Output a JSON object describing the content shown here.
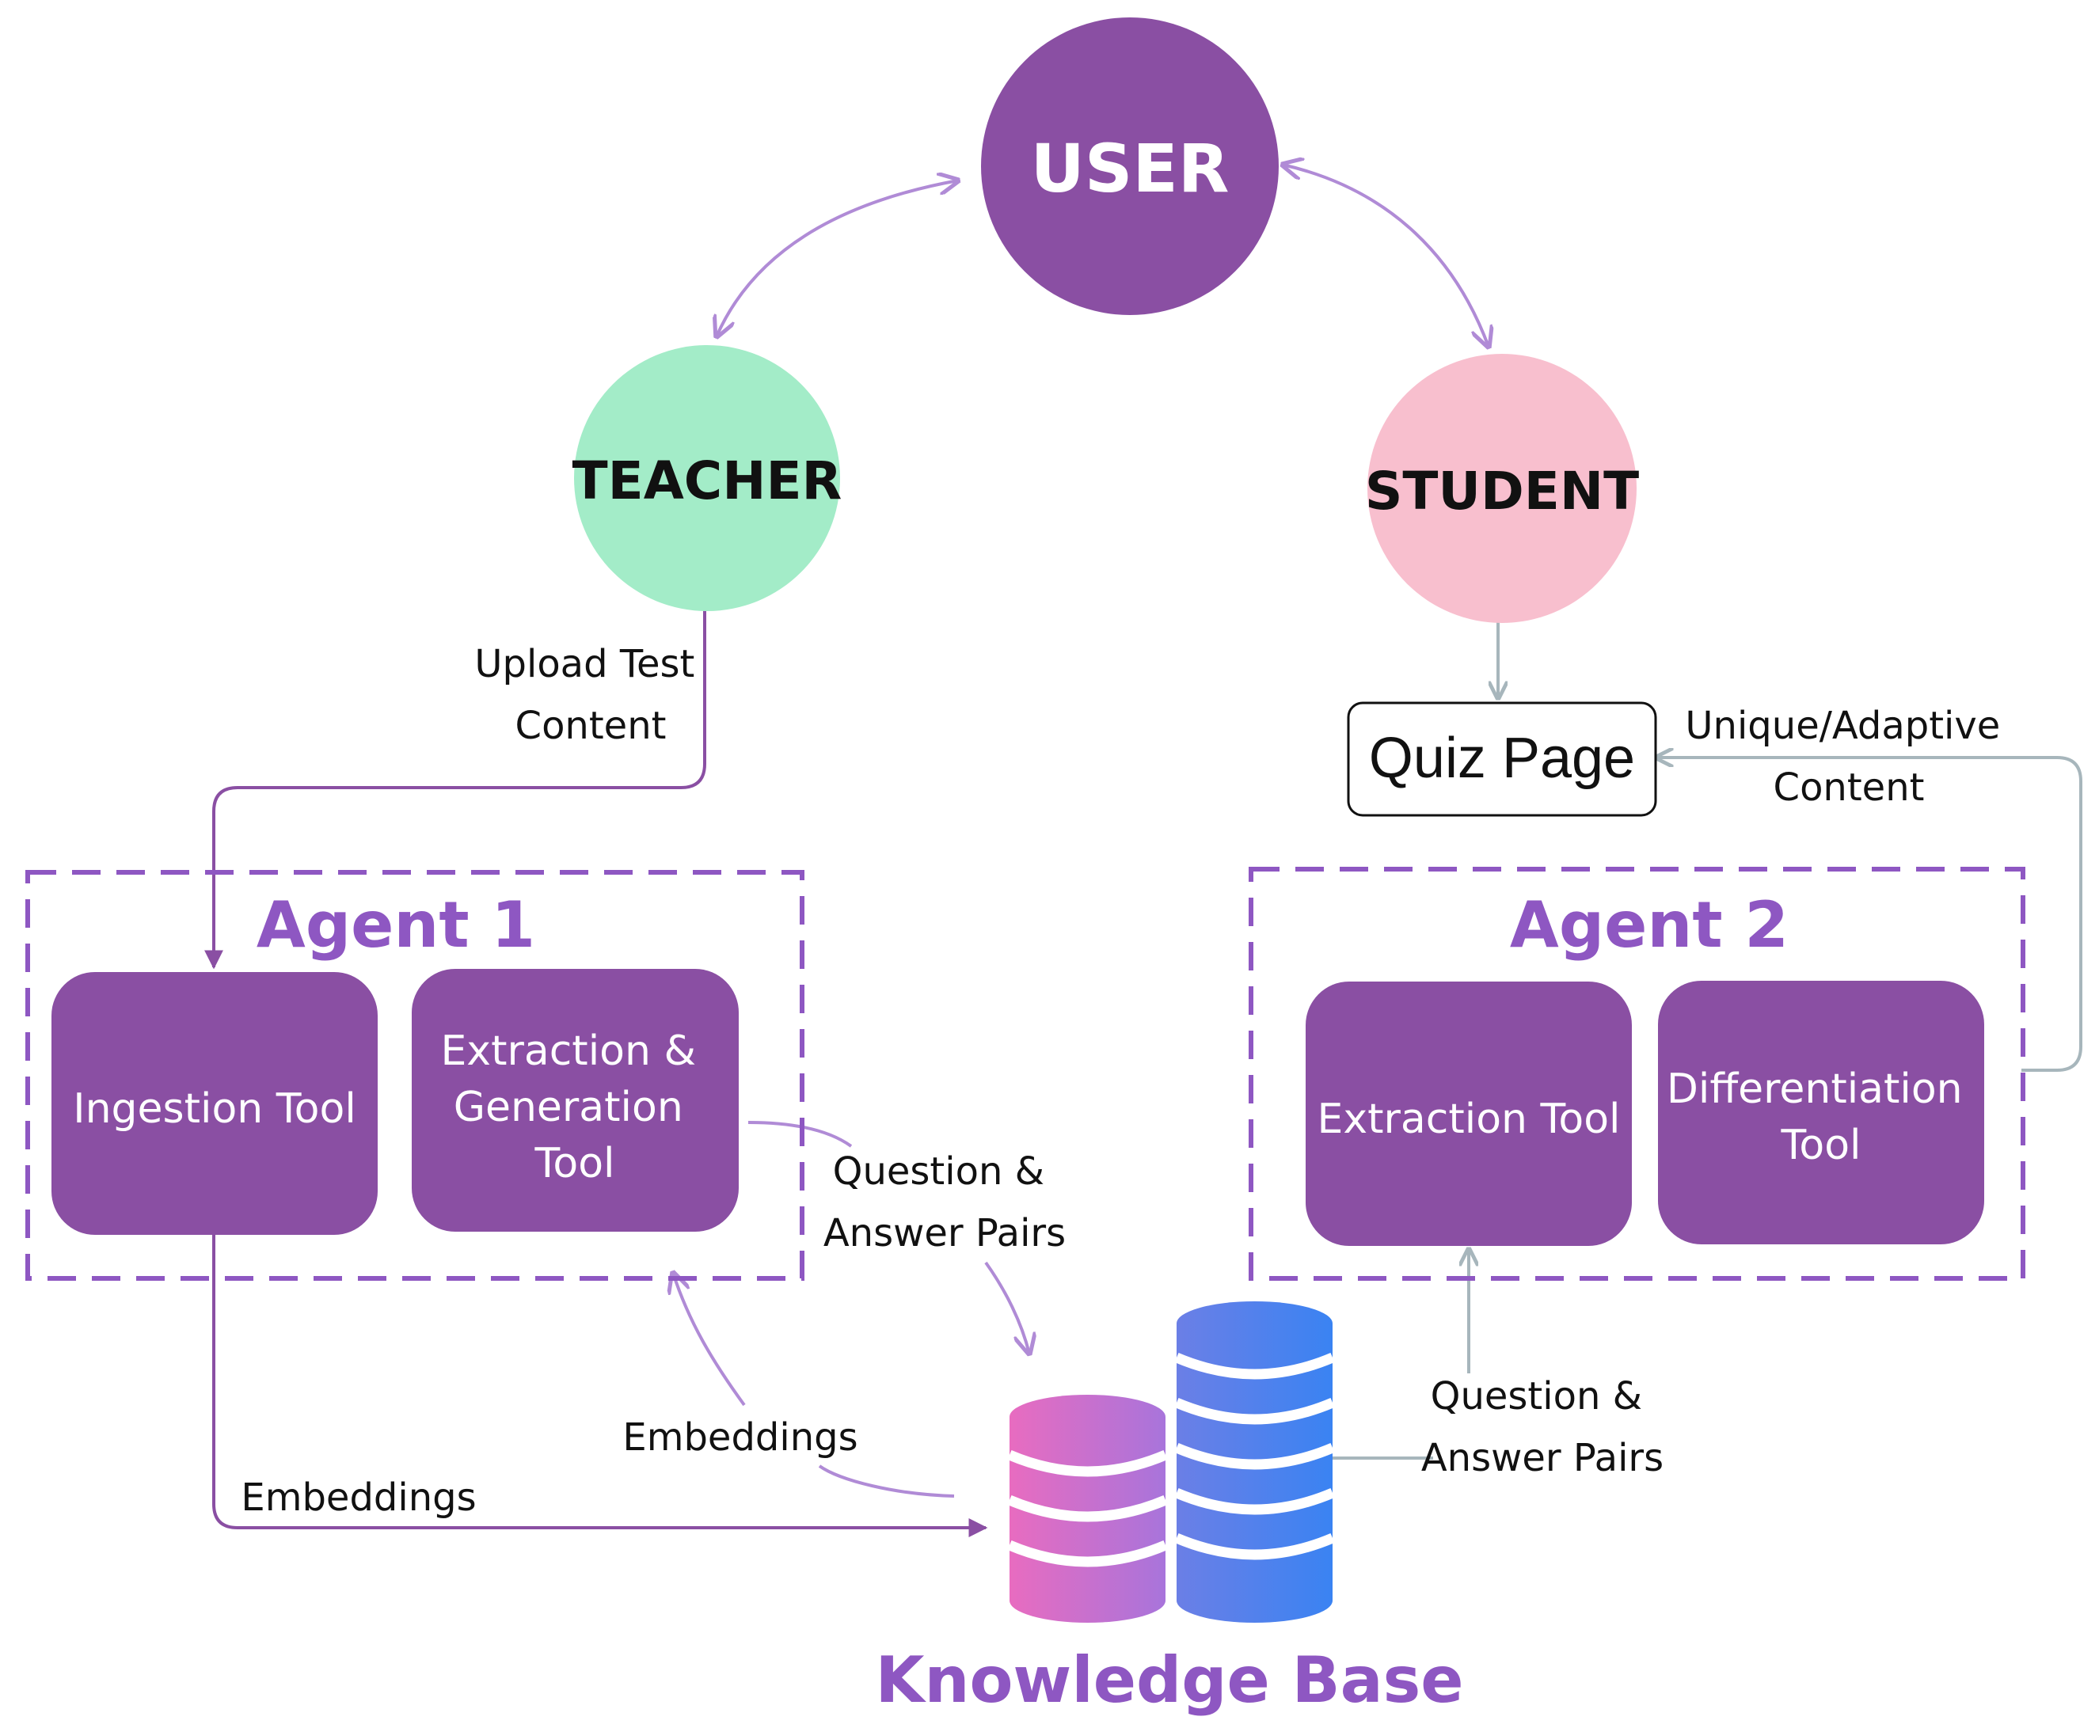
{
  "nodes": {
    "user": "USER",
    "teacher": "TEACHER",
    "student": "STUDENT",
    "quiz_page": "Quiz Page"
  },
  "agent1": {
    "title": "Agent 1",
    "ingestion_tool": "Ingestion Tool",
    "extraction_generation_tool": [
      "Extraction &",
      "Generation",
      "Tool"
    ]
  },
  "agent2": {
    "title": "Agent 2",
    "extraction_tool": "Extraction Tool",
    "differentiation_tool": [
      "Differentiation",
      "Tool"
    ]
  },
  "knowledge_base": {
    "title": "Knowledge Base"
  },
  "edge_labels": {
    "upload_test_content": [
      "Upload Test",
      "Content"
    ],
    "unique_adaptive_content": [
      "Unique/Adaptive",
      "Content"
    ],
    "qa_pairs_left": [
      "Question &",
      "Answer Pairs"
    ],
    "qa_pairs_right": [
      "Question &",
      "Answer Pairs"
    ],
    "embeddings_upper": "Embeddings",
    "embeddings_lower": "Embeddings"
  },
  "colors": {
    "purple": "#8A4FA3",
    "purple_dark": "#7A3F94",
    "agent_title": "#8E57C2",
    "teacher_green": "#A3ECC8",
    "student_pink": "#F8BFCE",
    "arrow_purple": "#8A4FA3",
    "arrow_lilac": "#B08BD6",
    "arrow_gray": "#A7B6BC",
    "db_pink": "#E86CC0",
    "db_violet": "#A874DB",
    "db_blue_light": "#6B7FE6",
    "db_blue": "#3A83F2"
  }
}
